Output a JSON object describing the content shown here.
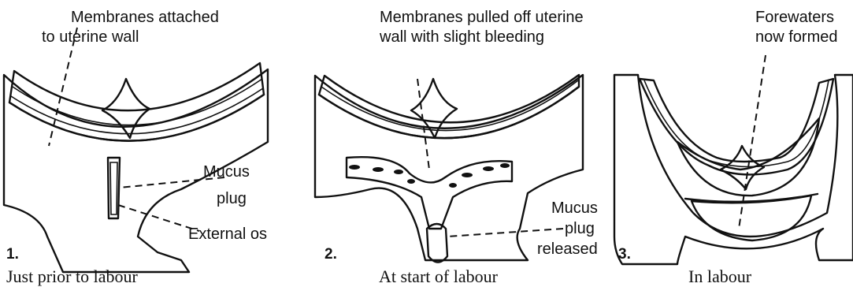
{
  "panels": [
    {
      "number": "1.",
      "caption": "Just prior to labour",
      "labels": {
        "membranes_line1": "Membranes attached",
        "membranes_line2": "to uterine wall",
        "mucus_line1": "Mucus",
        "mucus_line2": "plug",
        "external_os": "External os"
      }
    },
    {
      "number": "2.",
      "caption": "At start of labour",
      "labels": {
        "membranes_line1": "Membranes pulled off uterine",
        "membranes_line2": "wall with slight bleeding",
        "mucus_line1": "Mucus",
        "mucus_line2": "plug",
        "mucus_line3": "released"
      }
    },
    {
      "number": "3.",
      "caption": "In labour",
      "labels": {
        "forewaters_line1": "Forewaters",
        "forewaters_line2": "now formed"
      }
    }
  ]
}
